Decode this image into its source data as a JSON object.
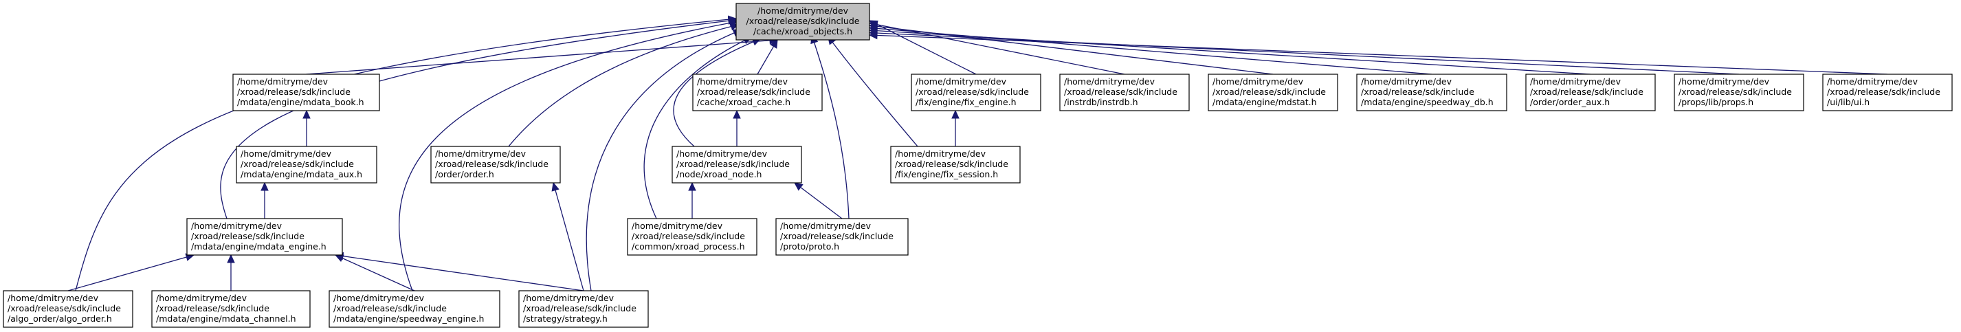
{
  "diagram": {
    "colors": {
      "edge": "#191970",
      "root_fill": "#bfbfbf",
      "node_fill": "#ffffff",
      "border": "#000000"
    },
    "nodes": {
      "xroad_objects": [
        "/home/dmitryme/dev",
        "/xroad/release/sdk/include",
        "/cache/xroad_objects.h"
      ],
      "mdata_book": [
        "/home/dmitryme/dev",
        "/xroad/release/sdk/include",
        "/mdata/engine/mdata_book.h"
      ],
      "mdata_aux": [
        "/home/dmitryme/dev",
        "/xroad/release/sdk/include",
        "/mdata/engine/mdata_aux.h"
      ],
      "mdata_engine": [
        "/home/dmitryme/dev",
        "/xroad/release/sdk/include",
        "/mdata/engine/mdata_engine.h"
      ],
      "algo_order": [
        "/home/dmitryme/dev",
        "/xroad/release/sdk/include",
        "/algo_order/algo_order.h"
      ],
      "mdata_channel": [
        "/home/dmitryme/dev",
        "/xroad/release/sdk/include",
        "/mdata/engine/mdata_channel.h"
      ],
      "speedway_engine": [
        "/home/dmitryme/dev",
        "/xroad/release/sdk/include",
        "/mdata/engine/speedway_engine.h"
      ],
      "strategy": [
        "/home/dmitryme/dev",
        "/xroad/release/sdk/include",
        "/strategy/strategy.h"
      ],
      "order": [
        "/home/dmitryme/dev",
        "/xroad/release/sdk/include",
        "/order/order.h"
      ],
      "xroad_cache": [
        "/home/dmitryme/dev",
        "/xroad/release/sdk/include",
        "/cache/xroad_cache.h"
      ],
      "xroad_node": [
        "/home/dmitryme/dev",
        "/xroad/release/sdk/include",
        "/node/xroad_node.h"
      ],
      "xroad_process": [
        "/home/dmitryme/dev",
        "/xroad/release/sdk/include",
        "/common/xroad_process.h"
      ],
      "proto": [
        "/home/dmitryme/dev",
        "/xroad/release/sdk/include",
        "/proto/proto.h"
      ],
      "fix_engine": [
        "/home/dmitryme/dev",
        "/xroad/release/sdk/include",
        "/fix/engine/fix_engine.h"
      ],
      "fix_session": [
        "/home/dmitryme/dev",
        "/xroad/release/sdk/include",
        "/fix/engine/fix_session.h"
      ],
      "instrdb": [
        "/home/dmitryme/dev",
        "/xroad/release/sdk/include",
        "/instrdb/instrdb.h"
      ],
      "mdstat": [
        "/home/dmitryme/dev",
        "/xroad/release/sdk/include",
        "/mdata/engine/mdstat.h"
      ],
      "speedway_db": [
        "/home/dmitryme/dev",
        "/xroad/release/sdk/include",
        "/mdata/engine/speedway_db.h"
      ],
      "order_aux": [
        "/home/dmitryme/dev",
        "/xroad/release/sdk/include",
        "/order/order_aux.h"
      ],
      "props": [
        "/home/dmitryme/dev",
        "/xroad/release/sdk/include",
        "/props/lib/props.h"
      ],
      "ui": [
        "/home/dmitryme/dev",
        "/xroad/release/sdk/include",
        "/ui/lib/ui.h"
      ]
    },
    "edges": [
      [
        "mdata_book",
        "xroad_objects"
      ],
      [
        "mdata_engine",
        "xroad_objects"
      ],
      [
        "algo_order",
        "xroad_objects"
      ],
      [
        "speedway_engine",
        "xroad_objects"
      ],
      [
        "order",
        "xroad_objects"
      ],
      [
        "strategy",
        "xroad_objects"
      ],
      [
        "xroad_process",
        "xroad_objects"
      ],
      [
        "xroad_node",
        "xroad_objects"
      ],
      [
        "xroad_cache",
        "xroad_objects"
      ],
      [
        "proto",
        "xroad_objects"
      ],
      [
        "fix_session",
        "xroad_objects"
      ],
      [
        "fix_engine",
        "xroad_objects"
      ],
      [
        "instrdb",
        "xroad_objects"
      ],
      [
        "mdstat",
        "xroad_objects"
      ],
      [
        "speedway_db",
        "xroad_objects"
      ],
      [
        "order_aux",
        "xroad_objects"
      ],
      [
        "props",
        "xroad_objects"
      ],
      [
        "ui",
        "xroad_objects"
      ],
      [
        "mdata_aux",
        "mdata_book"
      ],
      [
        "mdata_engine",
        "mdata_aux"
      ],
      [
        "algo_order",
        "mdata_engine"
      ],
      [
        "mdata_channel",
        "mdata_engine"
      ],
      [
        "speedway_engine",
        "mdata_engine"
      ],
      [
        "strategy",
        "mdata_engine"
      ],
      [
        "strategy",
        "order"
      ],
      [
        "xroad_node",
        "xroad_cache"
      ],
      [
        "xroad_process",
        "xroad_node"
      ],
      [
        "proto",
        "xroad_node"
      ],
      [
        "fix_session",
        "fix_engine"
      ]
    ]
  }
}
